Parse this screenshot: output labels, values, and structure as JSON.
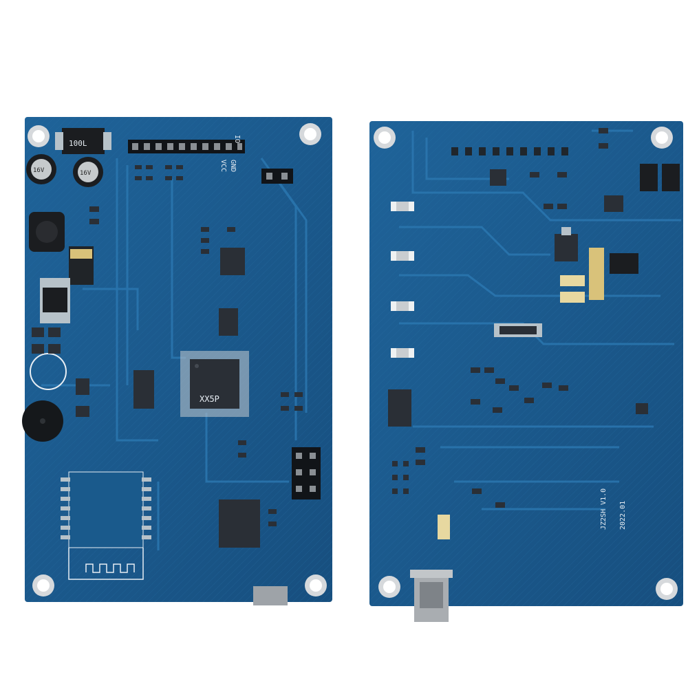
{
  "photo": {
    "subject": "two-pcb-boards-front-and-back",
    "colors": {
      "board": "#1d5f93",
      "board_dark": "#164d7a",
      "trace": "#2a73aa",
      "silkscreen": "#e8eef4",
      "chip": "#2a2f36",
      "pad": "#b7c2c9",
      "gold": "#d9c27a",
      "connector_metal": "#a9adb1"
    }
  },
  "front_board": {
    "header_label": "IO",
    "gnd_label": "GND",
    "vcc_label": "VCC",
    "chip_marking": "XX5P",
    "inductor_marking": "100L",
    "cap_labels": [
      "16V",
      "16V"
    ]
  },
  "back_board": {
    "version_label": "JZ2SH V1.0",
    "date_label": "2022.01"
  }
}
